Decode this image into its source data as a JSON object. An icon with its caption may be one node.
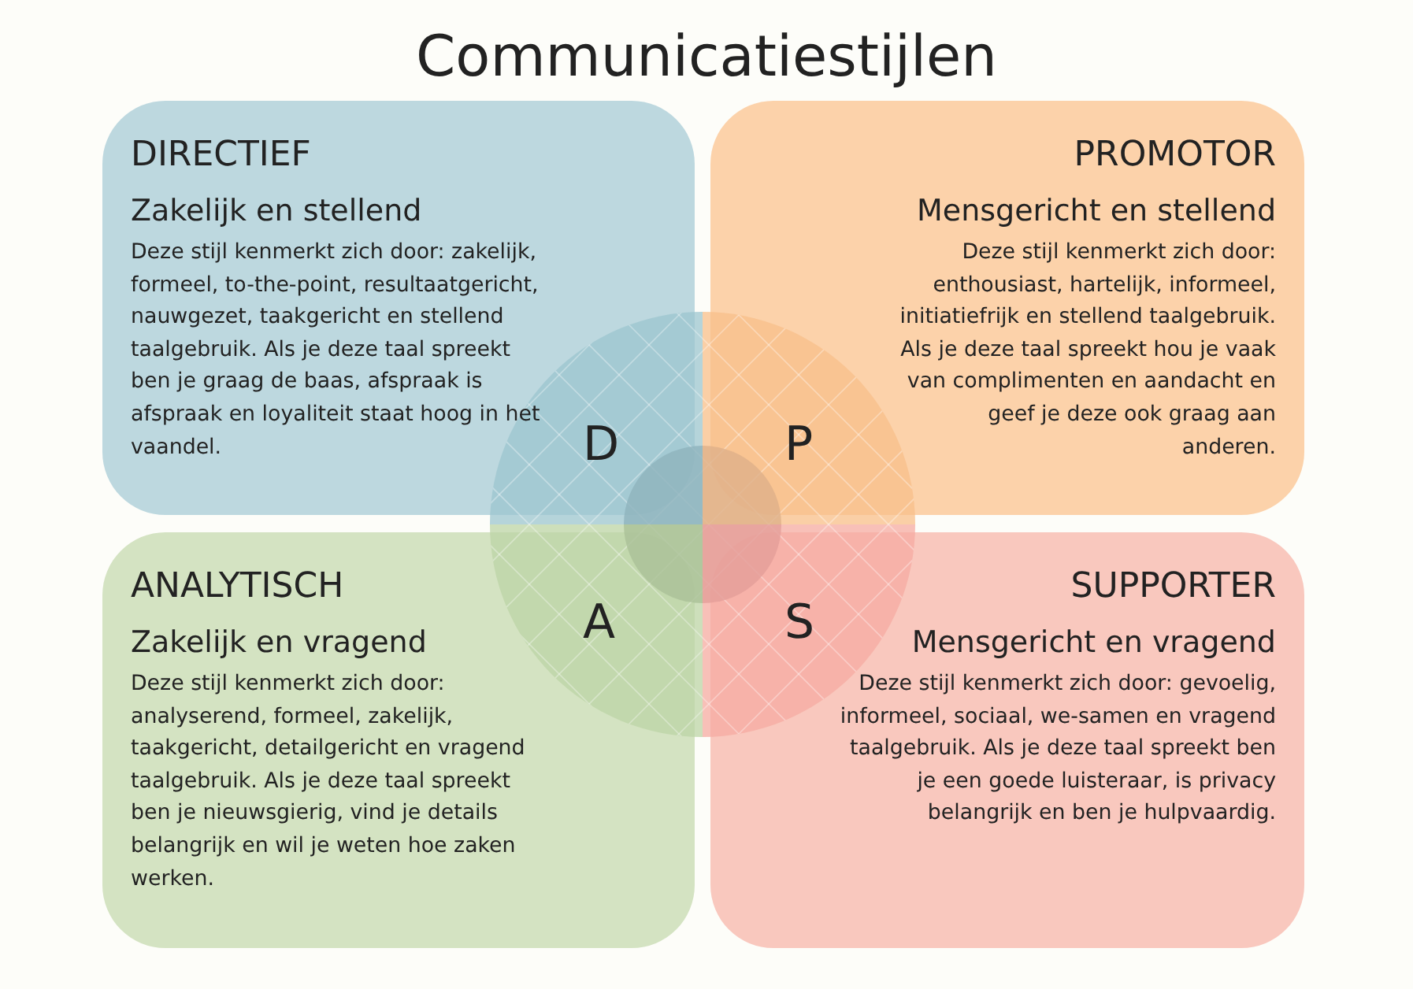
{
  "diagram": {
    "title": "Communicatiestijlen",
    "nodes": [
      {
        "text": [
          "DIRECTIEF",
          "Zakelijk en stellend",
          "Deze stijl kenmerkt zich door: zakelijk, formeel, to-the-point, resultaatgericht, nauwgezet, taakgericht en stellend taalgebruik. Als je deze taal spreekt ben je graag de baas, afspraak is afspraak en loyaliteit staat hoog in het vaandel."
        ]
      },
      {
        "text": [
          "PROMOTOR",
          "Mensgericht en stellend",
          "Deze stijl kenmerkt zich door: enthousiast, hartelijk, informeel, initiatiefrijk en stellend taalgebruik. Als je deze taal spreekt hou je vaak van complimenten en aandacht en geef je deze ook graag aan anderen."
        ]
      },
      {
        "text": [
          "ANALYTISCH",
          "Zakelijk en vragend",
          "Deze stijl kenmerkt zich door: analyserend, formeel, zakelijk, taakgericht, detailgericht en vragend taalgebruik. Als je deze taal spreekt ben je nieuwsgierig, vind je details belangrijk en wil je weten hoe zaken werken."
        ]
      },
      {
        "text": [
          "SUPPORTER",
          "Mensgericht en vragend",
          "Deze stijl kenmerkt zich door: gevoelig, informeel, sociaal, we-samen en vragend taalgebruik. Als je deze taal spreekt ben je een goede luisteraar, is privacy belangrijk en ben je hulpvaardig."
        ]
      }
    ],
    "labels": [
      "D",
      "P",
      "A",
      "S"
    ]
  }
}
